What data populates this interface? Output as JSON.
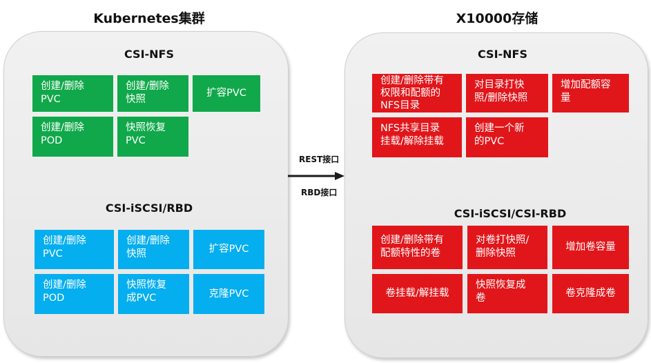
{
  "left_heading": "Kubernetes集群",
  "right_heading": "X10000存储",
  "left": {
    "nfs": {
      "title": "CSI-NFS",
      "boxes": [
        "创建/删除\nPVC",
        "创建/删除\n快照",
        "扩容PVC",
        "创建/删除\nPOD",
        "快照恢复\nPVC"
      ]
    },
    "iscsi": {
      "title": "CSI-iSCSI/RBD",
      "boxes": [
        "创建/删除\nPVC",
        "创建/删除\n快照",
        "扩容PVC",
        "创建/删除\nPOD",
        "快照恢复\n成PVC",
        "克隆PVC"
      ]
    }
  },
  "right": {
    "nfs": {
      "title": "CSI-NFS",
      "boxes": [
        "创建/删除带有\n权限和配额的\nNFS目录",
        "对目录打快\n照/删除快照",
        "增加配额容\n量",
        "NFS共享目录\n挂载/解除挂载",
        "创建一个新\n的PVC"
      ]
    },
    "rbd": {
      "title": "CSI-iSCSI/CSI-RBD",
      "boxes": [
        "创建/删除带有\n配额特性的卷",
        "对卷打快照/\n删除快照",
        "增加卷容量",
        "卷挂载/解挂载",
        "快照恢复成\n卷",
        "卷克隆成卷"
      ]
    }
  },
  "arrow": {
    "top_label": "REST接口",
    "bottom_label": "RBD接口"
  },
  "colors": {
    "green": "#10a84a",
    "blue": "#05aeef",
    "red": "#e1161b",
    "panel": "#ebebeb"
  }
}
